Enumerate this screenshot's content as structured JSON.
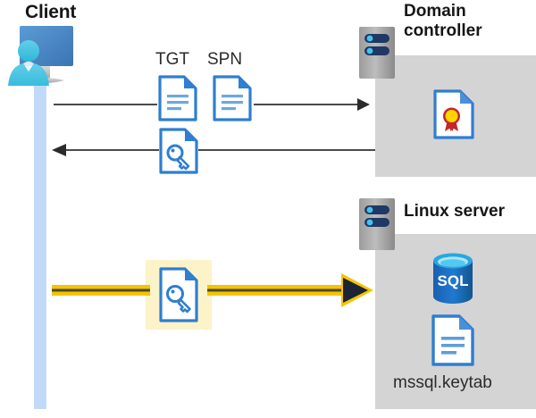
{
  "diagram": {
    "title": "Kerberos authentication flow between client, domain controller and Linux server",
    "background": "#ffffff",
    "colors": {
      "panel_gray": "#d4d4d4",
      "lifeline_blue": "#c2daf9",
      "highlight_yellow": "#fdf3c9",
      "arrow_gray": "#404040",
      "arrow_yellow": "#f5c400",
      "doc_blue": "#2f7ed0",
      "sql_blue": "#1b6ec2",
      "seal_gold": "#ffd400",
      "seal_red": "#c5252c",
      "server_navy": "#1f3864",
      "server_cyan": "#45c2f0"
    },
    "actors": {
      "client": {
        "label": "Client",
        "icon": "client-person-monitor-icon"
      },
      "domain_controller": {
        "label": "Domain\ncontroller",
        "line1": "Domain",
        "line2": "controller",
        "icon": "server-rack-icon"
      },
      "linux_server": {
        "label": "Linux server",
        "line1": "Linux server",
        "icon": "server-rack-icon"
      }
    },
    "messages": [
      {
        "id": "request",
        "labels": [
          "TGT",
          "SPN"
        ],
        "direction": "right",
        "style": "thin-gray",
        "icons": [
          "document-icon",
          "document-icon"
        ]
      },
      {
        "id": "response",
        "labels": [],
        "direction": "left",
        "style": "thin-gray",
        "icons": [
          "key-document-icon"
        ]
      },
      {
        "id": "auth",
        "labels": [],
        "direction": "right",
        "style": "thick-yellow",
        "icons": [
          "key-document-icon"
        ],
        "highlighted": true
      }
    ],
    "labels": {
      "tgt": "TGT",
      "spn": "SPN",
      "keytab_file": "mssql.keytab"
    },
    "dc_contents": [
      {
        "name": "certificate-icon",
        "label": ""
      }
    ],
    "linux_contents": [
      {
        "name": "sql-database-icon",
        "label": "SQL"
      },
      {
        "name": "keytab-document-icon",
        "label": "mssql.keytab"
      }
    ],
    "sql_text": "SQL"
  }
}
